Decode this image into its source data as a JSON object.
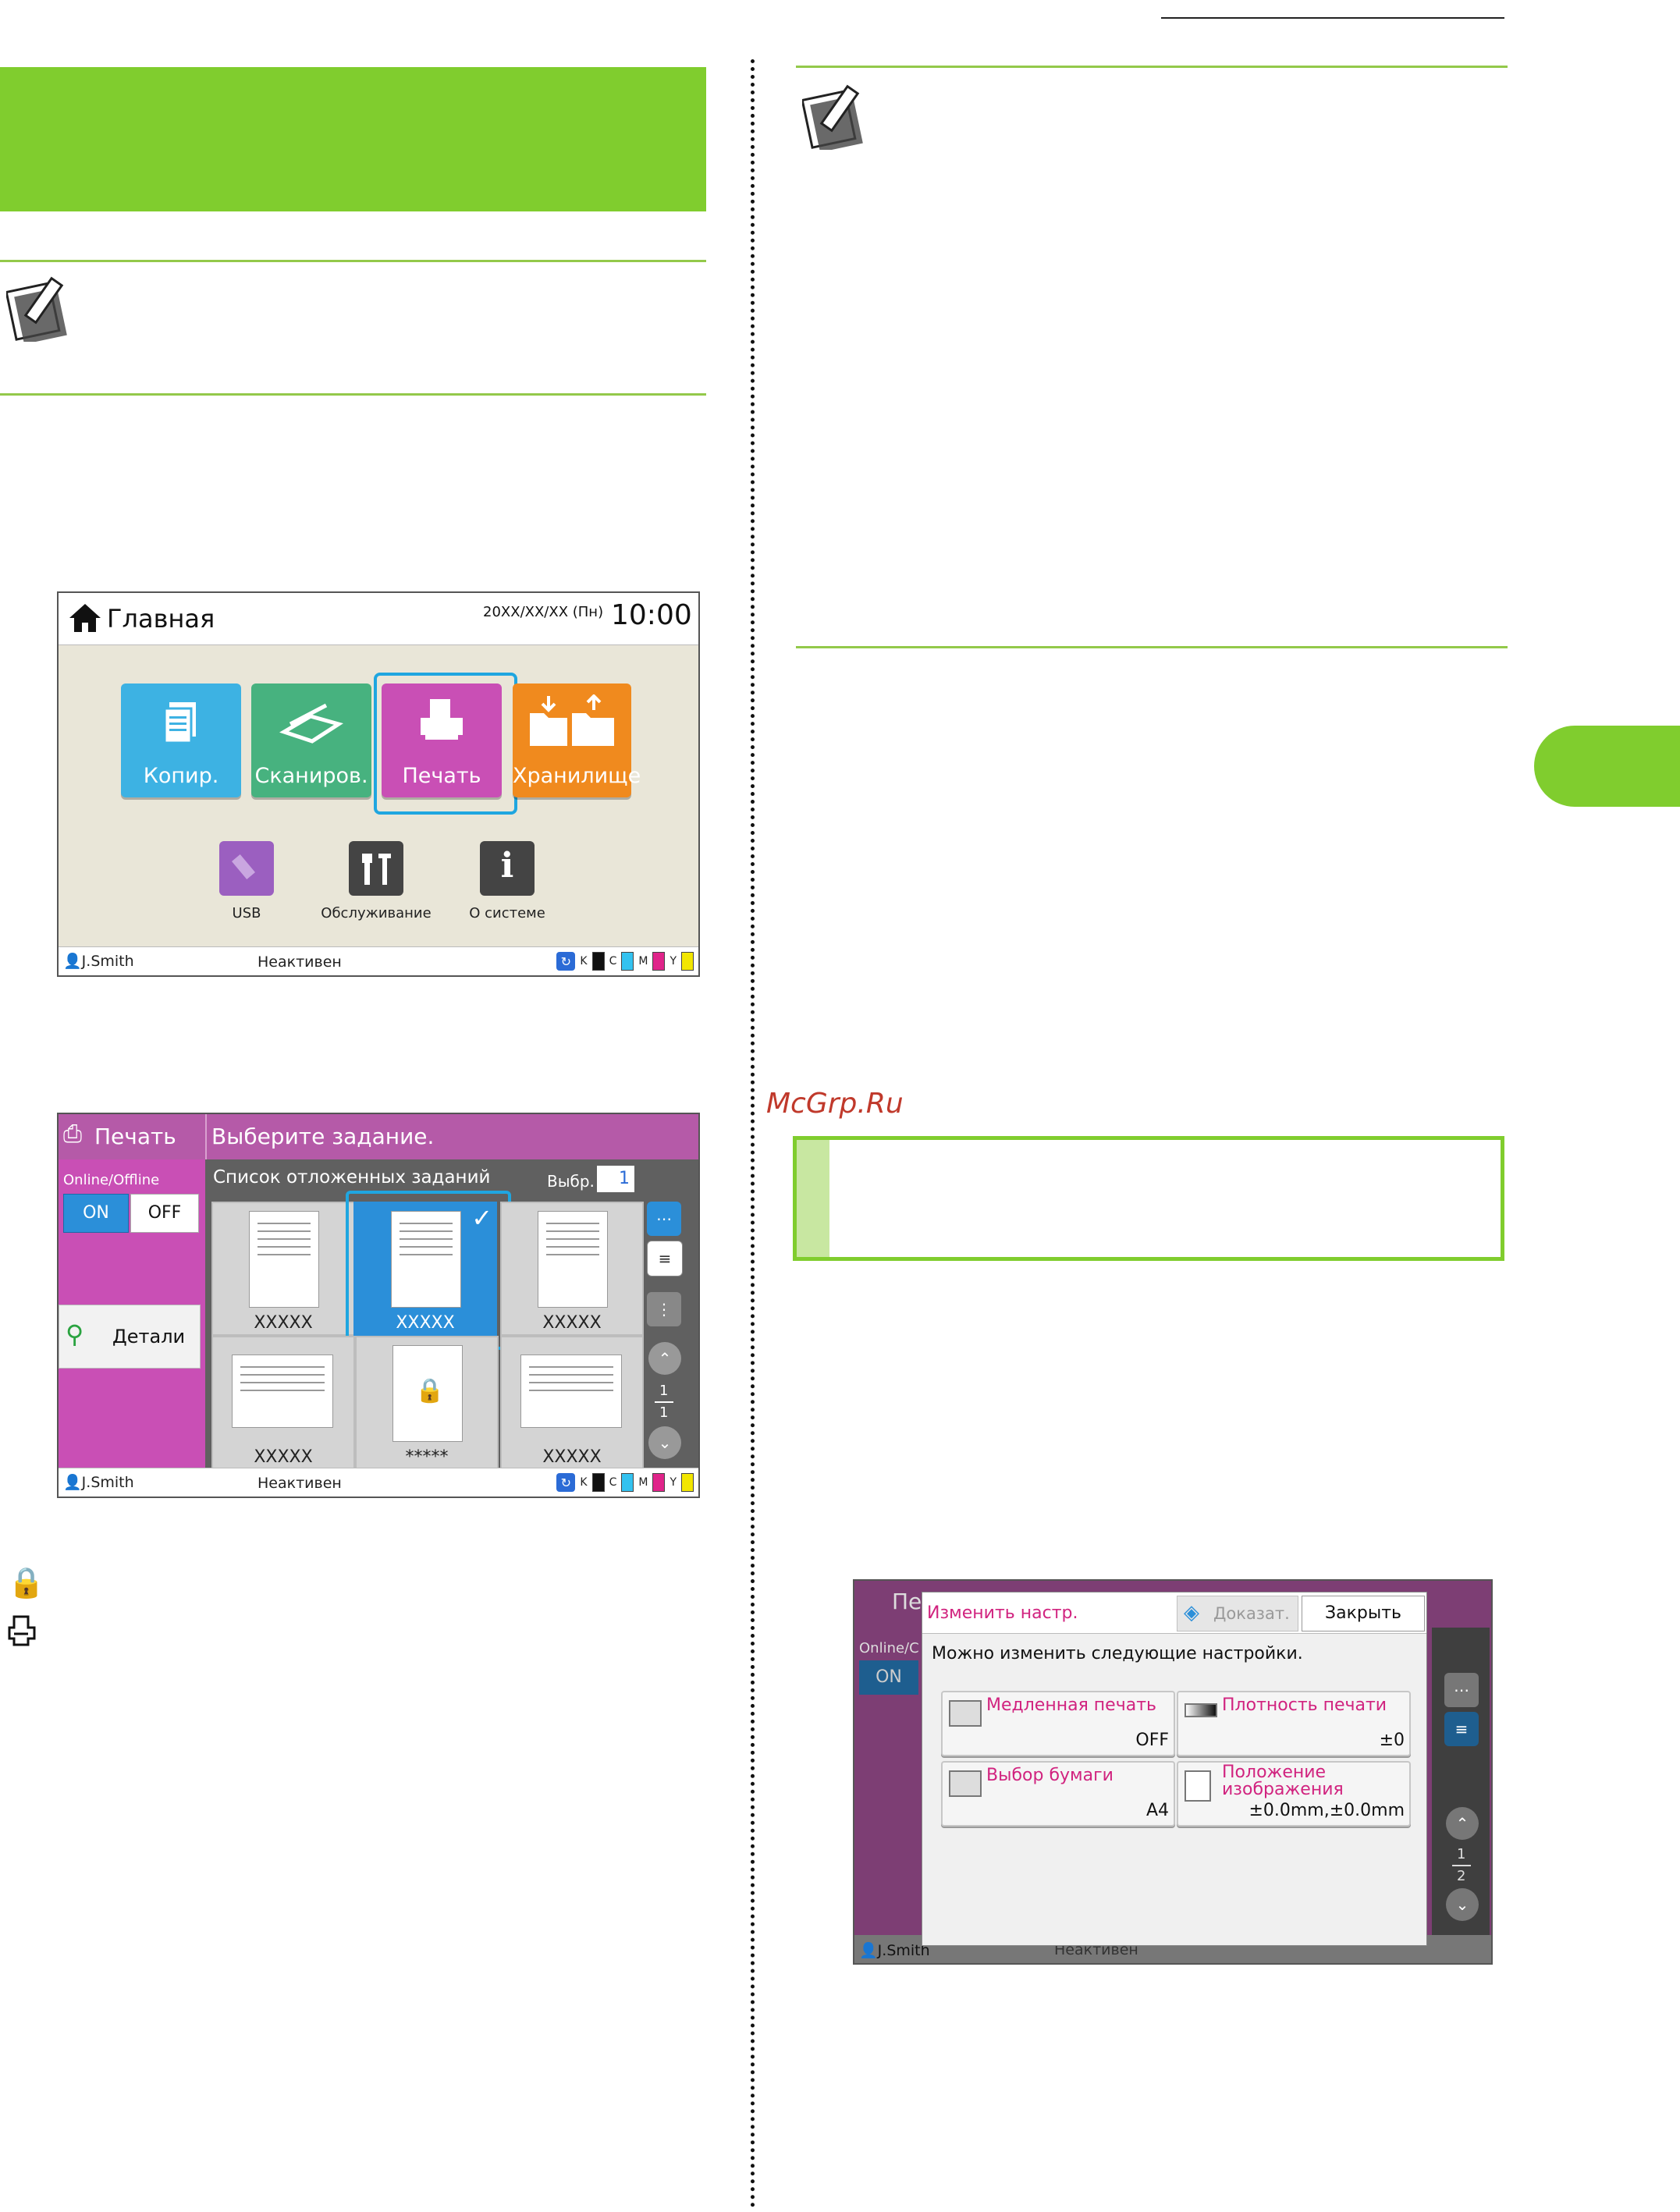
{
  "colors": {
    "green": "#80cd2e",
    "magenta": "#c94fb5",
    "pink_text": "#d1237f",
    "blue": "#2b8fd9",
    "watermark": "#c0392b"
  },
  "home": {
    "title": "Главная",
    "date": "20XX/XX/XX (Пн)",
    "time": "10:00",
    "tiles": [
      {
        "label": "Копир.",
        "icon": "copy-icon",
        "color": "#3db2e3"
      },
      {
        "label": "Сканиров.",
        "icon": "scan-icon",
        "color": "#47b27f"
      },
      {
        "label": "Печать",
        "icon": "print-icon",
        "color": "#c94fb5"
      },
      {
        "label": "Хранилище",
        "icon": "storage-icon",
        "color": "#f08a1e"
      }
    ],
    "small_tiles": [
      {
        "label": "USB",
        "icon": "usb-icon",
        "color": "#9b5fc0"
      },
      {
        "label": "Обслуживание",
        "icon": "tools-icon",
        "color": "#444444"
      },
      {
        "label": "О системе",
        "icon": "info-icon",
        "color": "#444444"
      }
    ]
  },
  "status": {
    "user": "J.Smith",
    "state": "Неактивен",
    "inks": [
      "K",
      "C",
      "M",
      "Y"
    ]
  },
  "print": {
    "mode": "Печать",
    "prompt": "Выберите задание.",
    "online_label": "Online/Offline",
    "on": "ON",
    "off": "OFF",
    "details": "Детали",
    "list_title": "Список отложенных заданий",
    "select_label": "Выбр.",
    "select_count": "1",
    "jobs": [
      "XXXXX",
      "XXXXX",
      "XXXXX",
      "XXXXX",
      "*****",
      "XXXXX"
    ],
    "page_current": "1",
    "page_total": "1"
  },
  "watermark": "McGrp.Ru",
  "dialog": {
    "title": "Изменить настр.",
    "proof": "Доказат.",
    "close": "Закрыть",
    "desc": "Можно изменить следующие настройки.",
    "bg_mode": "Пе",
    "bg_online": "Online/C",
    "bg_on": "ON",
    "bg_status": "Неактивен",
    "page_current": "1",
    "page_total": "2",
    "items": [
      {
        "title": "Медленная печать",
        "value": "OFF",
        "icon": "slow-print-icon"
      },
      {
        "title": "Плотность печати",
        "value": "±0",
        "icon": "density-icon"
      },
      {
        "title": "Выбор бумаги",
        "value": "A4",
        "icon": "paper-tray-icon"
      },
      {
        "title": "Положение изображения",
        "value": "±0.0mm,±0.0mm",
        "icon": "image-position-icon"
      }
    ]
  }
}
